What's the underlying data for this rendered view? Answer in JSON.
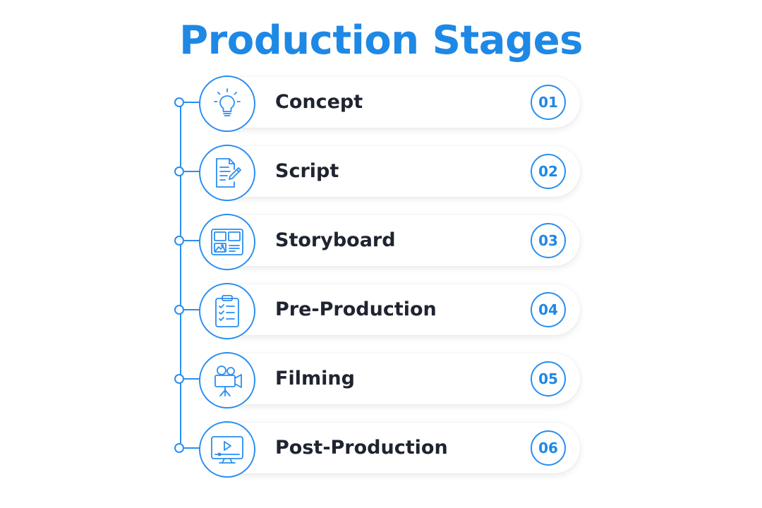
{
  "title": "Production Stages",
  "accent_color": "#2a8ef0",
  "title_color": "#1e88e5",
  "stages": [
    {
      "label": "Concept",
      "number": "01",
      "icon": "lightbulb-icon"
    },
    {
      "label": "Script",
      "number": "02",
      "icon": "script-document-pencil-icon"
    },
    {
      "label": "Storyboard",
      "number": "03",
      "icon": "storyboard-icon"
    },
    {
      "label": "Pre-Production",
      "number": "04",
      "icon": "clipboard-checklist-icon"
    },
    {
      "label": "Filming",
      "number": "05",
      "icon": "film-camera-icon"
    },
    {
      "label": "Post-Production",
      "number": "06",
      "icon": "monitor-play-icon"
    }
  ]
}
